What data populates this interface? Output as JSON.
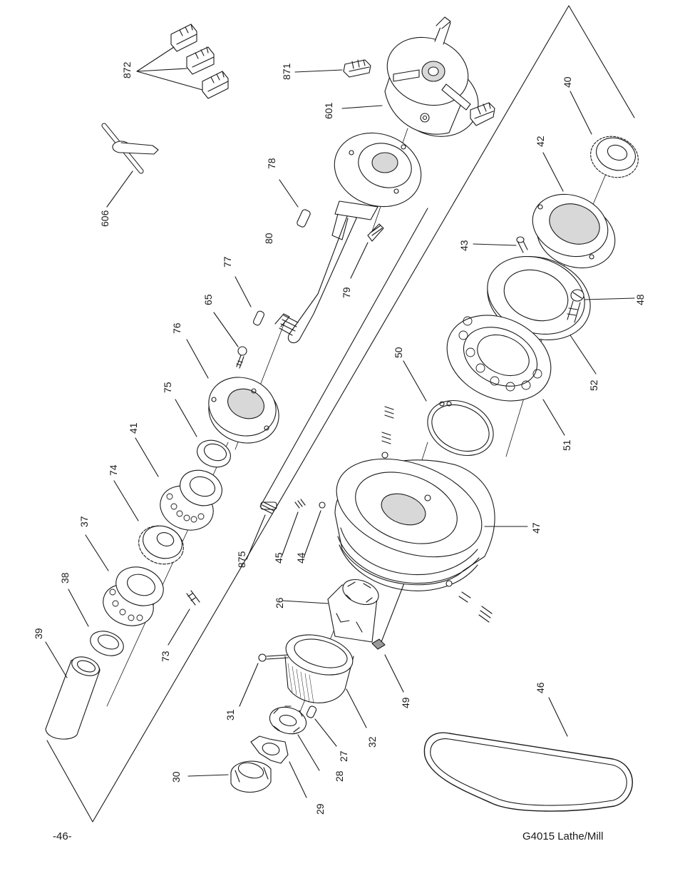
{
  "page": {
    "page_number": "-46-",
    "manual_title": "G4015 Lathe/Mill"
  },
  "diagram": {
    "type": "exploded-parts-view",
    "colors": {
      "ink": "#1a1a1a",
      "shade": "#9a9a9a",
      "light": "#d8d8d8"
    },
    "part_labels": [
      {
        "id": "872",
        "text": "872"
      },
      {
        "id": "871",
        "text": "871"
      },
      {
        "id": "601",
        "text": "601"
      },
      {
        "id": "606",
        "text": "606"
      },
      {
        "id": "78",
        "text": "78"
      },
      {
        "id": "80",
        "text": "80"
      },
      {
        "id": "77",
        "text": "77"
      },
      {
        "id": "79",
        "text": "79"
      },
      {
        "id": "65",
        "text": "65"
      },
      {
        "id": "76",
        "text": "76"
      },
      {
        "id": "75",
        "text": "75"
      },
      {
        "id": "41",
        "text": "41"
      },
      {
        "id": "74",
        "text": "74"
      },
      {
        "id": "37",
        "text": "37"
      },
      {
        "id": "38",
        "text": "38"
      },
      {
        "id": "39",
        "text": "39"
      },
      {
        "id": "73",
        "text": "73"
      },
      {
        "id": "40",
        "text": "40"
      },
      {
        "id": "42",
        "text": "42"
      },
      {
        "id": "43",
        "text": "43"
      },
      {
        "id": "48",
        "text": "48"
      },
      {
        "id": "52",
        "text": "52"
      },
      {
        "id": "50",
        "text": "50"
      },
      {
        "id": "51",
        "text": "51"
      },
      {
        "id": "47",
        "text": "47"
      },
      {
        "id": "875",
        "text": "875"
      },
      {
        "id": "45",
        "text": "45"
      },
      {
        "id": "44",
        "text": "44"
      },
      {
        "id": "26",
        "text": "26"
      },
      {
        "id": "31",
        "text": "31"
      },
      {
        "id": "49",
        "text": "49"
      },
      {
        "id": "32",
        "text": "32"
      },
      {
        "id": "27",
        "text": "27"
      },
      {
        "id": "28",
        "text": "28"
      },
      {
        "id": "30",
        "text": "30"
      },
      {
        "id": "29",
        "text": "29"
      },
      {
        "id": "46",
        "text": "46"
      }
    ]
  }
}
